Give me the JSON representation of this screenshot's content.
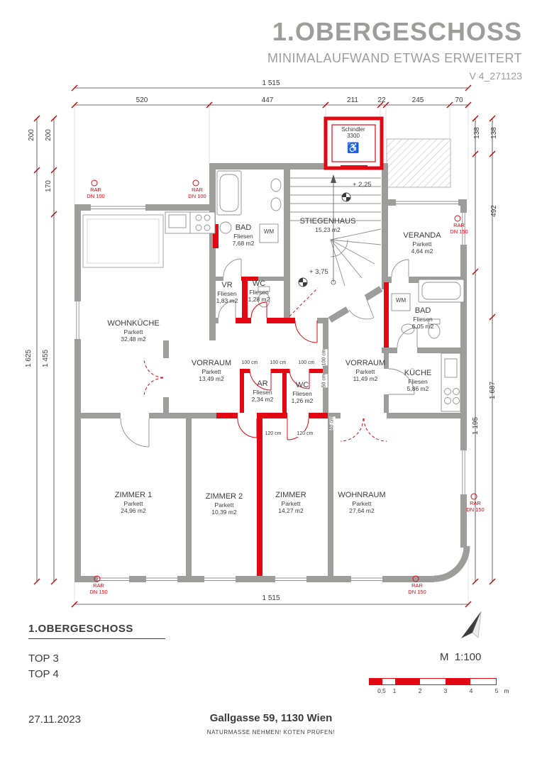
{
  "header": {
    "title": "1.OBERGESCHOSS",
    "subtitle": "MINIMALAUFWAND ETWAS ERWEITERT",
    "version": "V 4_271123"
  },
  "dims": {
    "top_total": "1 515",
    "bottom_total": "1 515",
    "top_segments": [
      "520",
      "447",
      "211",
      "22",
      "245",
      "70"
    ],
    "left": [
      "200",
      "200",
      "170",
      "1 625",
      "1 455"
    ],
    "right": [
      "138",
      "138",
      "492",
      "1 687",
      "1 195"
    ]
  },
  "rooms": [
    {
      "name": "BAD",
      "floor": "Fliesen",
      "area": "7,68 m2"
    },
    {
      "name": "STIEGENHAUS",
      "floor": "",
      "area": "15,23 m2"
    },
    {
      "name": "VERANDA",
      "floor": "Parkett",
      "area": "4,64 m2"
    },
    {
      "name": "VR",
      "floor": "Fliesen",
      "area": "1,83 m2"
    },
    {
      "name": "WC",
      "floor": "Fliesen",
      "area": "1,28 m2"
    },
    {
      "name": "WOHNKÜCHE",
      "floor": "Parkett",
      "area": "32,48 m2"
    },
    {
      "name": "VORRAUM",
      "floor": "Parkett",
      "area": "13,49 m2"
    },
    {
      "name": "AR",
      "floor": "Fliesen",
      "area": "2,34 m2"
    },
    {
      "name": "WC",
      "floor": "Fliesen",
      "area": "1,26 m2"
    },
    {
      "name": "VORRAUM",
      "floor": "Parkett",
      "area": "11,49 m2"
    },
    {
      "name": "BAD",
      "floor": "Fliesen",
      "area": "6,05 m2"
    },
    {
      "name": "KÜCHE",
      "floor": "Fliesen",
      "area": "5,86 m2"
    },
    {
      "name": "ZIMMER 1",
      "floor": "Parkett",
      "area": "24,96 m2"
    },
    {
      "name": "ZIMMER 2",
      "floor": "Parkett",
      "area": "10,39 m2"
    },
    {
      "name": "ZIMMER",
      "floor": "Parkett",
      "area": "14,27 m2"
    },
    {
      "name": "WOHNRAUM",
      "floor": "Parkett",
      "area": "27,64 m2"
    }
  ],
  "annotations": {
    "elevator": {
      "brand": "Schindler",
      "model": "3300"
    },
    "levels": {
      "upper": "+ 2,25",
      "lower": "+ 3,75"
    },
    "wm": "WM",
    "rar": [
      {
        "line1": "RAR",
        "line2": "DN 100"
      },
      {
        "line1": "RAR",
        "line2": "DN 100"
      },
      {
        "line1": "RAR",
        "line2": "DN 150"
      },
      {
        "line1": "RAR",
        "line2": "DN 150"
      },
      {
        "line1": "RAR",
        "line2": "DN 150"
      },
      {
        "line1": "RAR",
        "line2": "DN 150"
      }
    ],
    "corridor_dims": [
      "100 cm",
      "100 cm",
      "100 cm",
      "100 cm",
      "50 cm",
      "120 cm",
      "120 cm",
      "40 cm"
    ]
  },
  "icons": {
    "wheelchair": "♿"
  },
  "footer": {
    "title": "1.OBERGESCHOSS",
    "top3": "TOP 3",
    "top4": "TOP 4",
    "scale": "M  1:100",
    "scale_ticks": [
      "0,5",
      "1",
      "2",
      "3",
      "4",
      "5"
    ],
    "scale_unit": "m",
    "date": "27.11.2023",
    "address": "Gallgasse 59, 1130 Wien",
    "note": "NATURMASSE NEHMEN! KOTEN PRÜFEN!"
  },
  "colors": {
    "accent_red": "#e30613",
    "wall_gray": "#9d9d9c",
    "ink": "#3c3c3b"
  }
}
